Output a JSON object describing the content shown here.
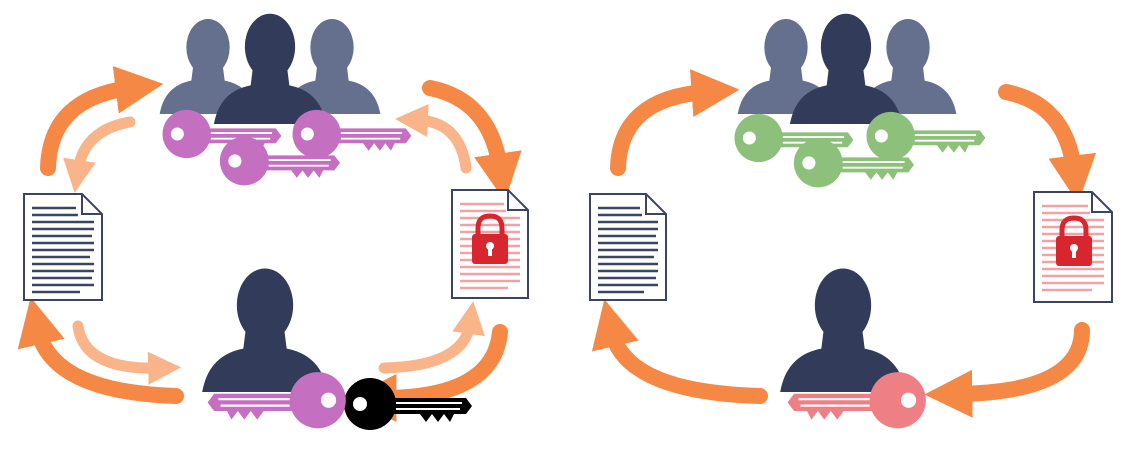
{
  "colors": {
    "background": "#ffffff",
    "person_dark": "#323c5a",
    "person_light": "#64708e",
    "arrow_orange": "#f58845",
    "arrow_light": "#f9b48a",
    "key_purple": "#c46fc0",
    "key_purple_edge": "#8b1f88",
    "key_green": "#8dc07a",
    "key_green_edge": "#3a8b2e",
    "key_red": "#ee7f85",
    "key_red_edge": "#c8232f",
    "doc_text": "#3b4460",
    "doc_encrypted_text": "#f0a2a6",
    "lock": "#d8262f"
  },
  "panels": [
    {
      "name": "left-panel",
      "group_key_color": "key_purple",
      "single_key_color": "key_purple",
      "secondary_arrows": true
    },
    {
      "name": "right-panel",
      "group_key_color": "key_green",
      "single_key_color": "key_red",
      "secondary_arrows": false
    }
  ]
}
